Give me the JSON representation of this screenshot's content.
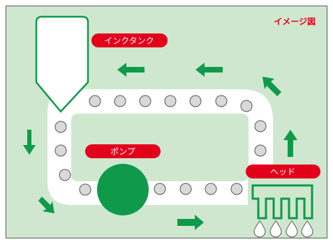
{
  "title": "イメージ図",
  "labels": {
    "ink_tank": "インクタンク",
    "pump": "ポンプ",
    "head": "ヘッド"
  },
  "colors": {
    "background": "#cfe7cf",
    "frame": "#5a5a5a",
    "loop": "#ffffff",
    "green": "#0e9a4a",
    "label_red": "#e3001b",
    "bead_fill": "#d9d9d9",
    "bead_stroke": "#555555"
  },
  "icons": {
    "ink_tank": "ink-tank-icon",
    "pump": "pump-icon",
    "head": "print-head-icon",
    "drops": "ink-drop-icon",
    "flow_arrows": "flow-arrow-icon"
  }
}
